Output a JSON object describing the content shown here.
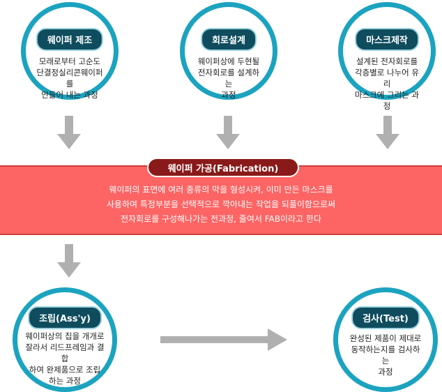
{
  "steps": {
    "wafer": {
      "title": "웨이퍼 제조",
      "lines": [
        "모래로부터 고순도",
        "단결정실리콘웨이퍼를",
        "만들어 내는 과정"
      ]
    },
    "circuit": {
      "title": "회로설계",
      "lines": [
        "웨이퍼상에 두현될",
        "전자회로를 설계하는",
        "과정"
      ]
    },
    "mask": {
      "title": "마스크제작",
      "lines": [
        "설계된 전자회로를",
        "각층별로 나누어 유리",
        "마스크에 그리는 과정"
      ]
    },
    "assembly": {
      "title": "조립(Ass'y)",
      "lines": [
        "웨이퍼상의 칩을 개개로",
        "잘라서 리드프레임과 결합",
        "하여 완제품으로 조립",
        "하는 과정"
      ]
    },
    "test": {
      "title": "검사(Test)",
      "lines": [
        "완성된 제품이 제대로",
        "동작하는지를 검사하는",
        "과정"
      ]
    }
  },
  "fabrication": {
    "title": "웨이퍼 가공(Fabrication)",
    "lines": [
      "웨이퍼의 표면에 여러 종류의 막을 형성시켜, 이미 만든 마스크를",
      "사용하여 특정부분을 선택적으로 깍아내는 작업을 되풀이함으로써",
      "전자회로를 구성해나가는 전과정, 줄여서 FAB이라고 한다"
    ]
  },
  "colors": {
    "ring": "#1ba3bf",
    "pill": "#0e4c5e",
    "fab_bg": "#fd6464",
    "fab_pill": "#8a1a1a",
    "arrow": "#b0b0b0"
  }
}
